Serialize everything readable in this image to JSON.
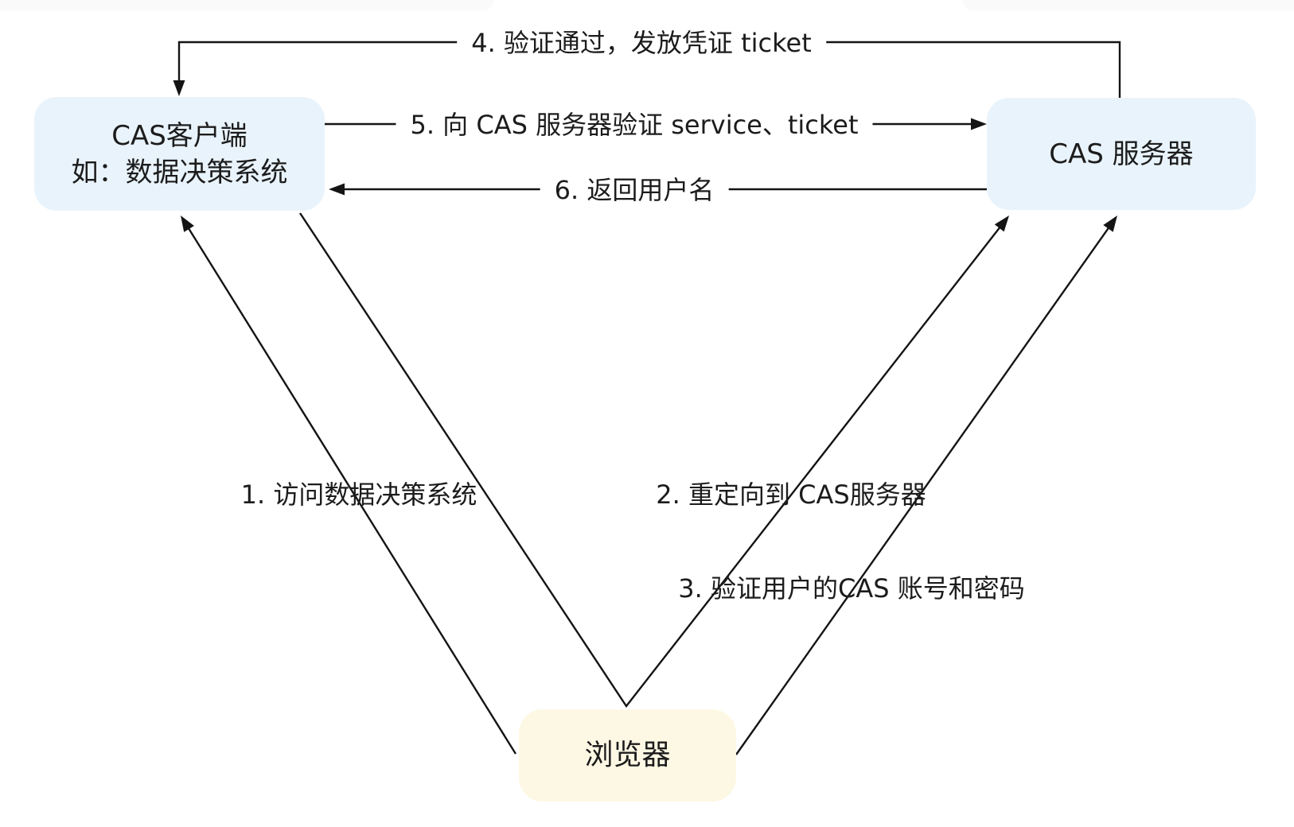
{
  "diagram": {
    "nodes": {
      "client": {
        "line1": "CAS客户端",
        "line2": "如：数据决策系统"
      },
      "server": {
        "label": "CAS 服务器"
      },
      "browser": {
        "label": "浏览器"
      }
    },
    "edges": {
      "step1": {
        "label": "1. 访问数据决策系统",
        "from": "browser",
        "to": "cas-client"
      },
      "step2": {
        "label": "2. 重定向到 CAS服务器",
        "from": "cas-client",
        "to": "cas-server",
        "via": "browser"
      },
      "step3": {
        "label": "3. 验证用户的CAS 账号和密码",
        "from": "browser",
        "to": "cas-server"
      },
      "step4": {
        "label": "4. 验证通过，发放凭证 ticket",
        "from": "cas-server",
        "to": "cas-client"
      },
      "step5": {
        "label": "5. 向 CAS 服务器验证 service、ticket",
        "from": "cas-client",
        "to": "cas-server"
      },
      "step6": {
        "label": "6. 返回用户名",
        "from": "cas-server",
        "to": "cas-client"
      }
    },
    "colors": {
      "node_blue_fill": "#e9f3fb",
      "node_yellow_fill": "#fdf8e4",
      "line": "#141414",
      "text": "#1c1c1c"
    }
  }
}
